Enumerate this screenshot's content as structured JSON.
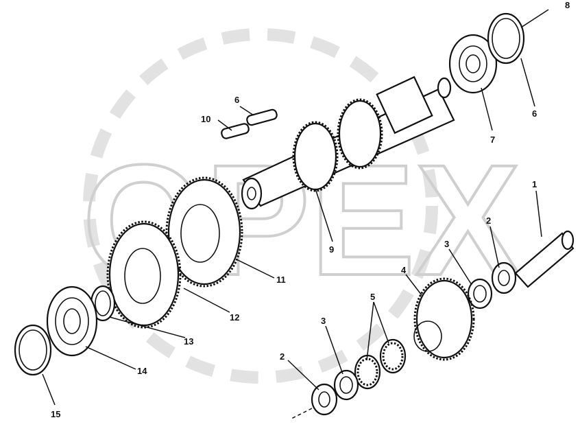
{
  "watermark": {
    "text": "OPEX"
  },
  "callouts": {
    "c1": "1",
    "c2a": "2",
    "c2b": "2",
    "c3a": "3",
    "c3b": "3",
    "c4": "4",
    "c5": "5",
    "c6a": "6",
    "c6b": "6",
    "c7": "7",
    "c8": "8",
    "c9": "9",
    "c10": "10",
    "c11": "11",
    "c12": "12",
    "c13": "13",
    "c14": "14",
    "c15": "15"
  }
}
